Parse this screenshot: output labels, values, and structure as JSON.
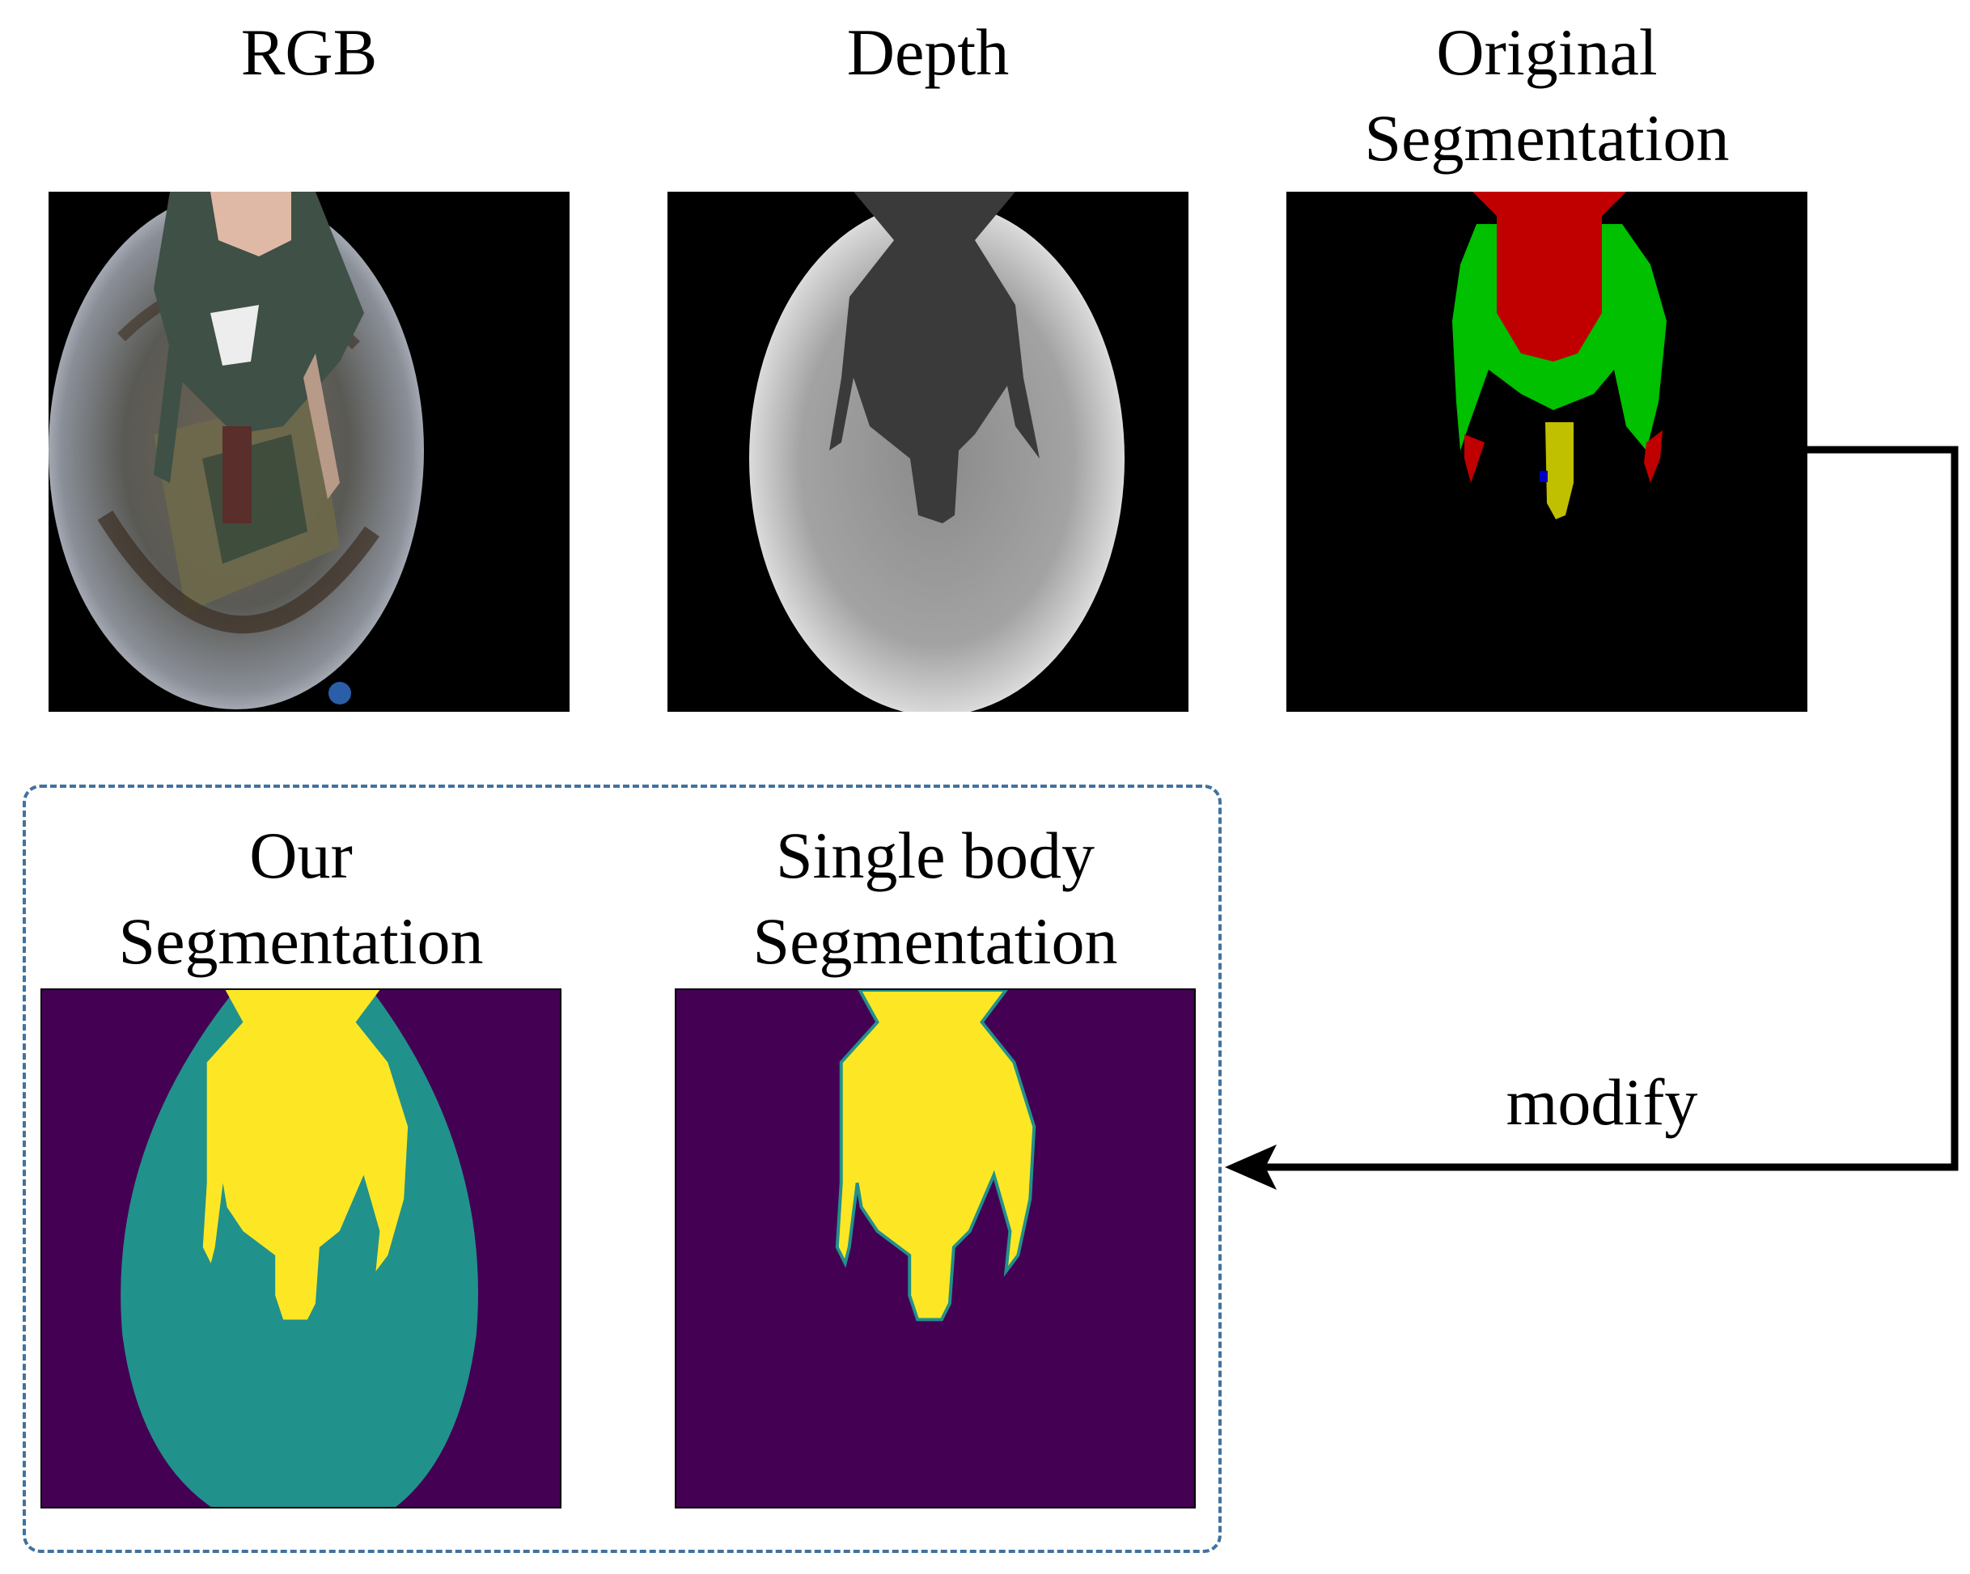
{
  "panels": {
    "rgb": {
      "title": "RGB"
    },
    "depth": {
      "title": "Depth"
    },
    "original_seg": {
      "title_line1": "Original",
      "title_line2": "Segmentation"
    },
    "our_seg": {
      "title_line1": "Our",
      "title_line2": "Segmentation"
    },
    "single_body_seg": {
      "title_line1": "Single body",
      "title_line2": "Segmentation"
    }
  },
  "arrow": {
    "label": "modify"
  },
  "colors": {
    "frame_border": "#41729f",
    "seg_red": "#c00000",
    "seg_green": "#00c000",
    "seg_yellow_green": "#c0c000",
    "seg_blue": "#0000c0",
    "mask_purple": "#440154",
    "mask_teal": "#21918c",
    "mask_yellow": "#fde725"
  }
}
